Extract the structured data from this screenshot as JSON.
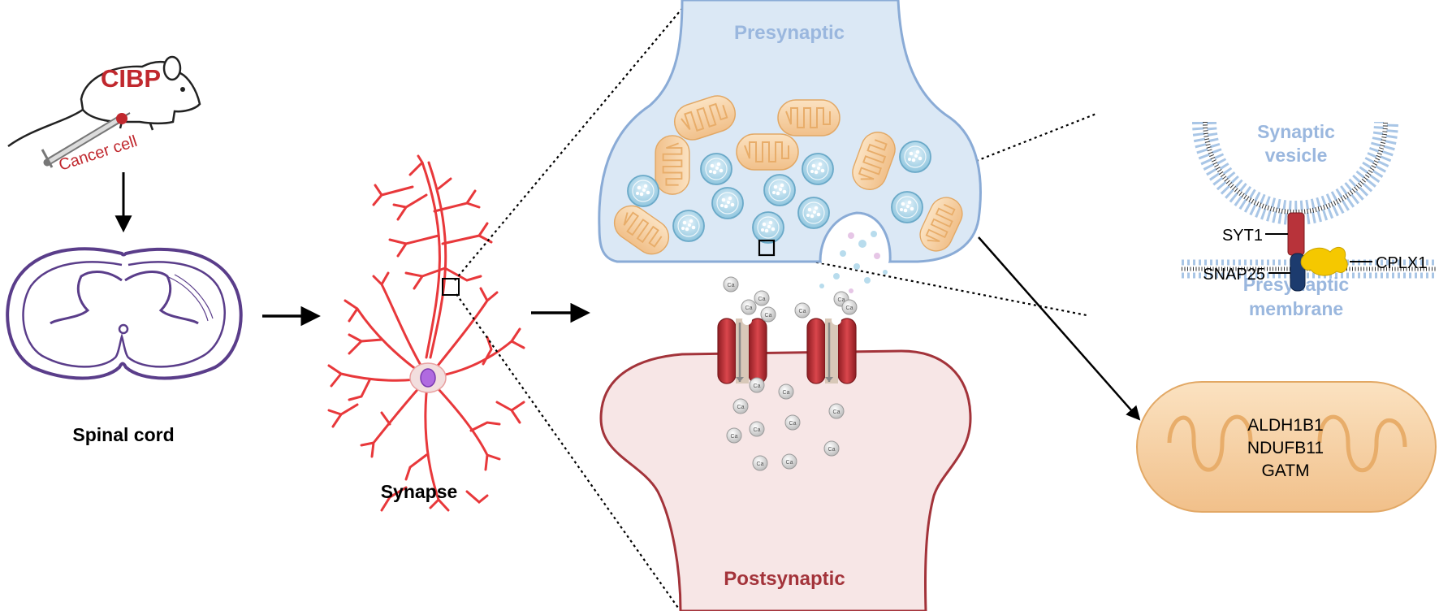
{
  "labels": {
    "cibp": "CIBP",
    "cancer_cell": "Cancer cell",
    "spinal_cord": "Spinal cord",
    "synapse": "Synapse",
    "presynaptic": "Presynaptic",
    "postsynaptic": "Postsynaptic",
    "synaptic_vesicle_line1": "Synaptic",
    "synaptic_vesicle_line2": "vesicle",
    "presynaptic_membrane_line1": "Presynaptic",
    "presynaptic_membrane_line2": "membrane",
    "calcium_ion": "Ca"
  },
  "proteins": {
    "syt1": "SYT1",
    "snap25": "SNAP25",
    "cplx1": "CPLX1"
  },
  "mitochondrial_genes": {
    "gene1": "ALDH1B1",
    "gene2": "NDUFB11",
    "gene3": "GATM"
  },
  "colors": {
    "cibp_text": "#c0282e",
    "neuron": "#e8383b",
    "spinal_cord": "#5a3d8a",
    "presynaptic_fill": "#dbe8f5",
    "presynaptic_stroke": "#8aabd6",
    "presynaptic_label": "#9ab7de",
    "postsynaptic_fill": "#f7e6e6",
    "postsynaptic_stroke": "#a3333a",
    "postsynaptic_label": "#a3333a",
    "mitochondria": "#f6d3a8",
    "vesicle": "#a8d3e6",
    "syt1": "#b8333a",
    "snap25": "#1c3b6e",
    "cplx1": "#f5c800"
  },
  "icons": [
    "mouse-icon",
    "syringe-icon",
    "spinal-cord-icon",
    "neuron-icon",
    "mitochondrion-icon",
    "synaptic-vesicle-icon",
    "calcium-channel-icon",
    "arrow-icon"
  ]
}
